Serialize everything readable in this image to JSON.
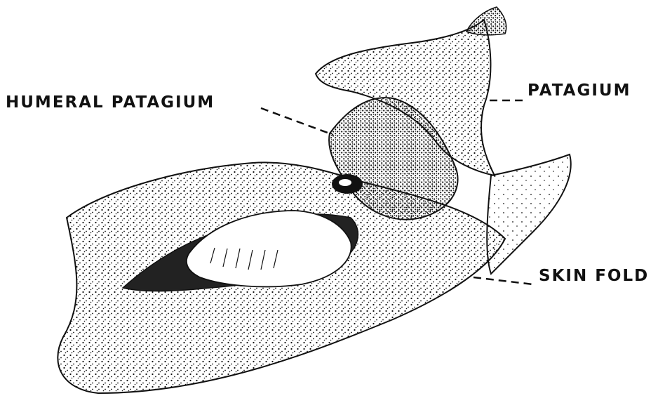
{
  "labels": {
    "humeral_patagium": "HUMERAL PATAGIUM",
    "patagium": "PATAGIUM",
    "skin_fold": "SKIN FOLD"
  },
  "colors": {
    "ink": "#111111",
    "paper": "#ffffff"
  }
}
